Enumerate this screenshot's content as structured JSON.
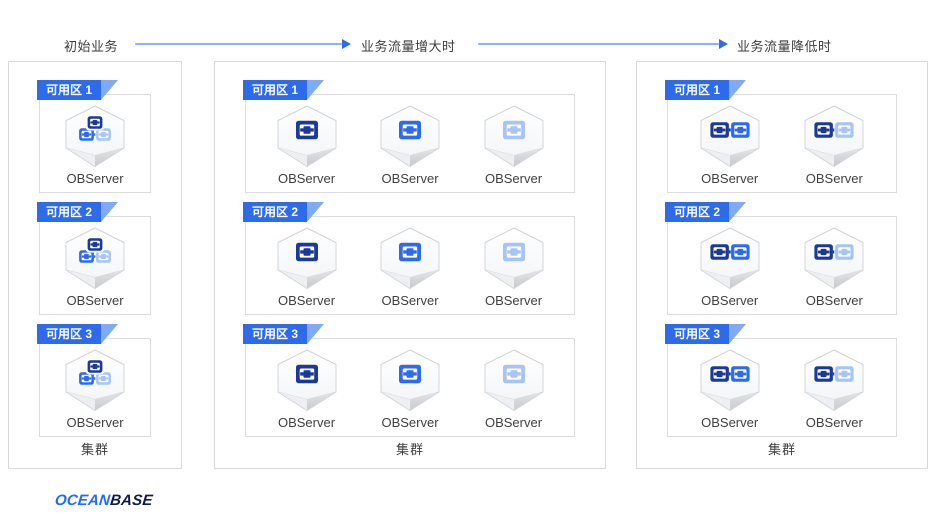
{
  "header": {
    "stages": [
      {
        "label": "初始业务"
      },
      {
        "label": "业务流量增大时"
      },
      {
        "label": "业务流量降低时"
      }
    ]
  },
  "colors": {
    "replica_navy": "#1b3a96",
    "replica_royal": "#2e6bea",
    "replica_light": "#a6c5f5",
    "ribbon": "#2e6bea",
    "ribbon_fold": "#82aaf2",
    "arrow_line": "#8fb0f4",
    "arrow_head": "#2f6ce8"
  },
  "panels": [
    {
      "id": "initial",
      "cluster_label": "集群",
      "zones": [
        {
          "label": "可用区 1",
          "servers": [
            {
              "label": "OBServer",
              "layout": "triple",
              "replicas": [
                "replica_navy",
                "replica_royal",
                "replica_light"
              ]
            }
          ]
        },
        {
          "label": "可用区 2",
          "servers": [
            {
              "label": "OBServer",
              "layout": "triple",
              "replicas": [
                "replica_navy",
                "replica_royal",
                "replica_light"
              ]
            }
          ]
        },
        {
          "label": "可用区 3",
          "servers": [
            {
              "label": "OBServer",
              "layout": "triple",
              "replicas": [
                "replica_navy",
                "replica_royal",
                "replica_light"
              ]
            }
          ]
        }
      ]
    },
    {
      "id": "scaled-out",
      "cluster_label": "集群",
      "zones": [
        {
          "label": "可用区 1",
          "servers": [
            {
              "label": "OBServer",
              "layout": "single",
              "replicas": [
                "replica_navy"
              ]
            },
            {
              "label": "OBServer",
              "layout": "single",
              "replicas": [
                "replica_royal"
              ]
            },
            {
              "label": "OBServer",
              "layout": "single",
              "replicas": [
                "replica_light"
              ]
            }
          ]
        },
        {
          "label": "可用区 2",
          "servers": [
            {
              "label": "OBServer",
              "layout": "single",
              "replicas": [
                "replica_navy"
              ]
            },
            {
              "label": "OBServer",
              "layout": "single",
              "replicas": [
                "replica_royal"
              ]
            },
            {
              "label": "OBServer",
              "layout": "single",
              "replicas": [
                "replica_light"
              ]
            }
          ]
        },
        {
          "label": "可用区 3",
          "servers": [
            {
              "label": "OBServer",
              "layout": "single",
              "replicas": [
                "replica_navy"
              ]
            },
            {
              "label": "OBServer",
              "layout": "single",
              "replicas": [
                "replica_royal"
              ]
            },
            {
              "label": "OBServer",
              "layout": "single",
              "replicas": [
                "replica_light"
              ]
            }
          ]
        }
      ]
    },
    {
      "id": "scaled-in",
      "cluster_label": "集群",
      "zones": [
        {
          "label": "可用区 1",
          "servers": [
            {
              "label": "OBServer",
              "layout": "double",
              "replicas": [
                "replica_navy",
                "replica_royal"
              ]
            },
            {
              "label": "OBServer",
              "layout": "double",
              "replicas": [
                "replica_navy",
                "replica_light"
              ]
            }
          ]
        },
        {
          "label": "可用区 2",
          "servers": [
            {
              "label": "OBServer",
              "layout": "double",
              "replicas": [
                "replica_navy",
                "replica_royal"
              ]
            },
            {
              "label": "OBServer",
              "layout": "double",
              "replicas": [
                "replica_navy",
                "replica_light"
              ]
            }
          ]
        },
        {
          "label": "可用区 3",
          "servers": [
            {
              "label": "OBServer",
              "layout": "double",
              "replicas": [
                "replica_navy",
                "replica_royal"
              ]
            },
            {
              "label": "OBServer",
              "layout": "double",
              "replicas": [
                "replica_navy",
                "replica_light"
              ]
            }
          ]
        }
      ]
    }
  ],
  "footer": {
    "logo_primary": "OCEAN",
    "logo_secondary": "BASE"
  }
}
